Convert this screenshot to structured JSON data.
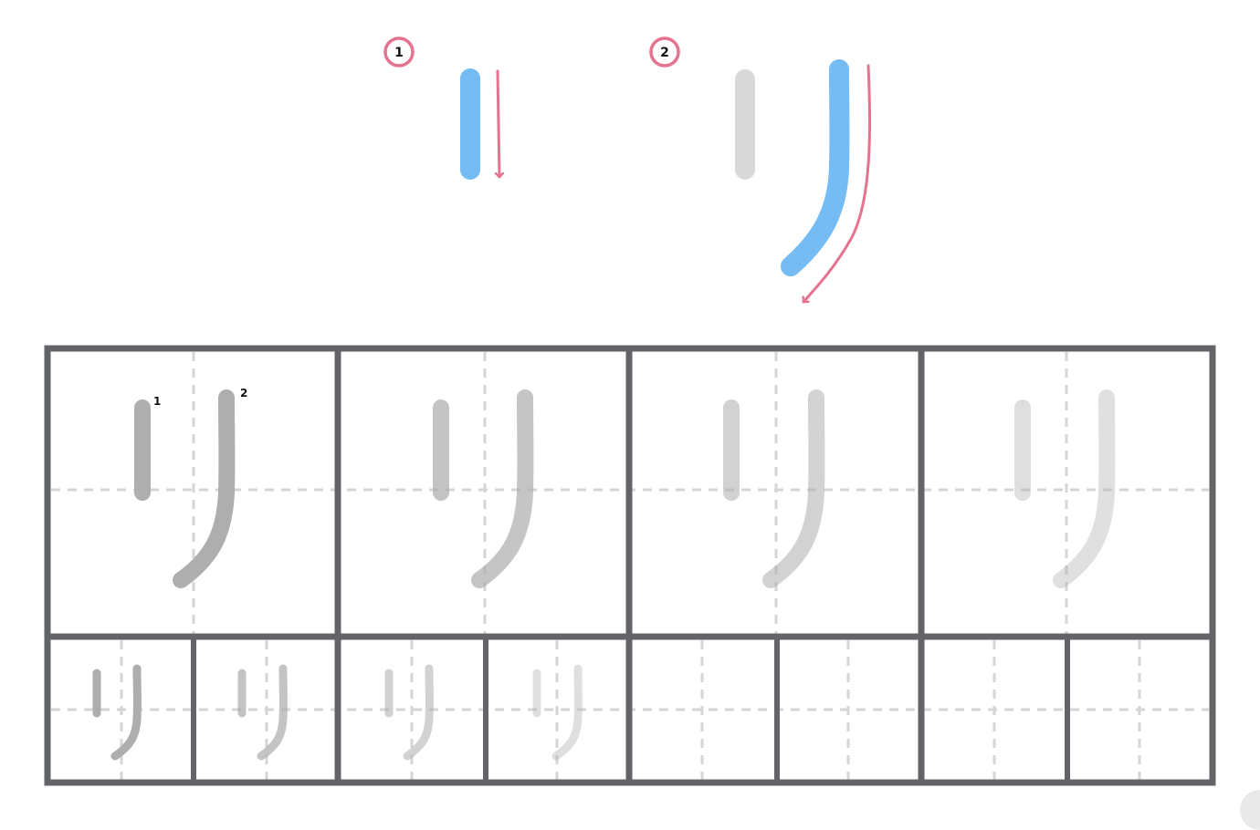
{
  "character": "リ",
  "stroke_order": {
    "step1_number": "1",
    "step2_number": "2"
  },
  "practice_grid": {
    "stroke_labels": [
      "1",
      "2"
    ],
    "large_cells": 4,
    "small_cells": 8,
    "large_guide_opacity": [
      1.0,
      0.72,
      0.55,
      0.38
    ],
    "small_guide_opacity": [
      1.0,
      0.72,
      0.55,
      0.38
    ]
  },
  "colors": {
    "active_stroke": "#74bcf3",
    "previous_stroke": "#d9d9d9",
    "arrow": "#e5738f",
    "grid_border": "#636468",
    "guide_dash": "#d5d5d5",
    "trace_stroke": "#aeaeae"
  }
}
